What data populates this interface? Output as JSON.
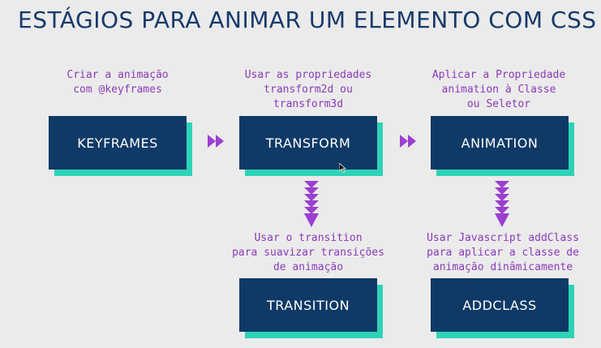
{
  "title": "ESTÁGIOS PARA ANIMAR UM ELEMENTO COM CSS",
  "stages": [
    {
      "id": "keyframes",
      "label": "KEYFRAMES",
      "caption": [
        "Criar a animação",
        "com @keyframes"
      ]
    },
    {
      "id": "transform",
      "label": "TRANSFORM",
      "caption": [
        "Usar as propriedades",
        "transform2d ou",
        "transform3d"
      ]
    },
    {
      "id": "animation",
      "label": "ANIMATION",
      "caption": [
        "Aplicar a Propriedade",
        "animation à Classe",
        "ou Seletor"
      ]
    },
    {
      "id": "transition",
      "label": "TRANSITION",
      "caption": [
        "Usar o transition",
        "para suavizar transições",
        "de animação"
      ]
    },
    {
      "id": "addclass",
      "label": "ADDCLASS",
      "caption": [
        "Usar Javascript addClass",
        "para aplicar a classe de",
        "animação dinâmicamente"
      ]
    }
  ],
  "colors": {
    "box": "#0f3a66",
    "box_shadow": "#2ed3b7",
    "caption": "#8a3ab8",
    "arrow": "#9b3fd0",
    "title": "#163a6a"
  }
}
